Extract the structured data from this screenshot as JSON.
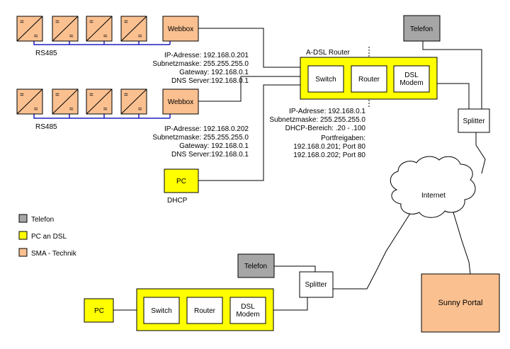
{
  "colors": {
    "sma": "#FAC090",
    "pc_dsl": "#FFFF00",
    "telefon": "#A6A6A6",
    "bus": "#1F1FBF",
    "line": "#000000"
  },
  "inverter": {
    "top_symbol": "=",
    "bottom_symbol": "≈"
  },
  "group1": {
    "bus_label": "RS485",
    "webbox_label": "Webbox",
    "lines": [
      "IP-Adresse: 192.168.0.201",
      "Subnetzmaske: 255.255.255.0",
      "Gateway: 192.168.0.1",
      "DNS Server:192.168.0.1"
    ]
  },
  "group2": {
    "bus_label": "RS485",
    "webbox_label": "Webbox",
    "lines": [
      "IP-Adresse: 192.168.0.202",
      "Subnetzmaske: 255.255.255.0",
      "Gateway: 192.168.0.1",
      "DNS Server:192.168.0.1"
    ]
  },
  "pc_dhcp": {
    "label": "PC",
    "caption": "DHCP"
  },
  "router_main": {
    "title": "A-DSL Router",
    "switch": "Switch",
    "router": "Router",
    "modem_line1": "DSL",
    "modem_line2": "Modem",
    "info": [
      "IP-Adresse: 192.168.0.1",
      "Subnetzmaske: 255.255.255.0",
      "DHCP-Bereich: .20 - .100"
    ],
    "ports_title": "Portfreigaben:",
    "ports": [
      "192.168.0.201; Port 80",
      "192.168.0.202; Port 80"
    ]
  },
  "telefon_top": "Telefon",
  "splitter_top": "Splitter",
  "internet": "Internet",
  "legend": [
    {
      "label": "Telefon",
      "color": "#A6A6A6"
    },
    {
      "label": "PC an DSL",
      "color": "#FFFF00"
    },
    {
      "label": "SMA - Technik",
      "color": "#FAC090"
    }
  ],
  "telefon_bottom": "Telefon",
  "splitter_bottom": "Splitter",
  "pc_bottom": "PC",
  "router_bottom": {
    "switch": "Switch",
    "router": "Router",
    "modem_line1": "DSL",
    "modem_line2": "Modem"
  },
  "sunny_portal": "Sunny Portal"
}
